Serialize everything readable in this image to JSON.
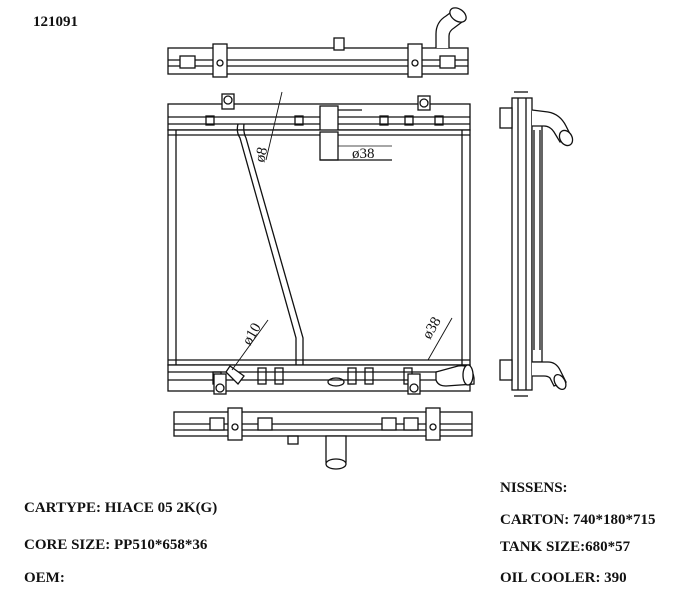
{
  "part_number": "121091",
  "drawing": {
    "dimensions": {
      "inlet_pipe": "ø8",
      "outlet_dia": "ø38",
      "lower_pipe": "ø10",
      "lower_outlet_dia": "ø38"
    }
  },
  "specs_left": {
    "cartype": "CARTYPE: HIACE  05 2K(G)",
    "core_size": "CORE SIZE: PP510*658*36",
    "oem": "OEM:"
  },
  "specs_right": {
    "nissens": "NISSENS:",
    "carton": "CARTON: 740*180*715",
    "tank_size": "TANK SIZE:680*57",
    "oil_cooler": "OIL COOLER:  390"
  }
}
